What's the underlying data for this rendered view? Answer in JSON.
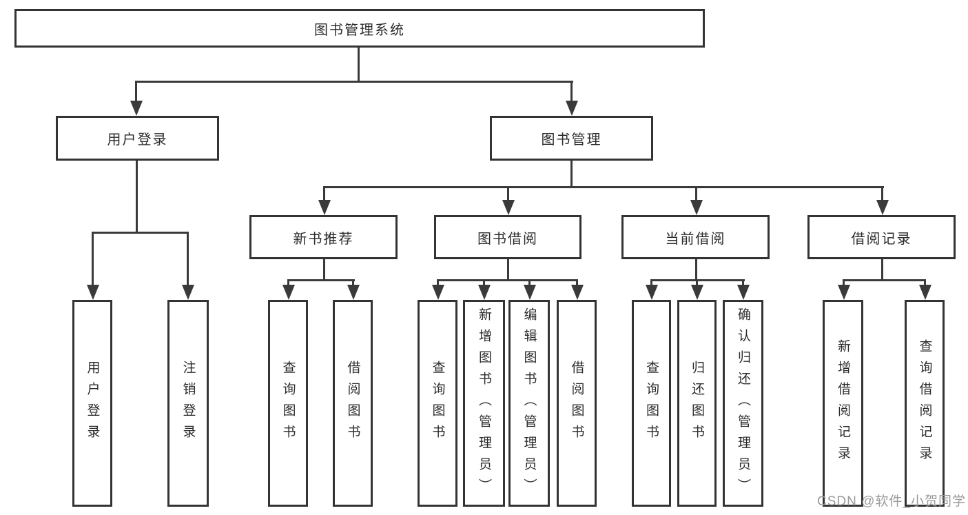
{
  "diagram_title": "图书管理系统",
  "nodes": {
    "root": "图书管理系统",
    "branches": {
      "login": "用户登录",
      "mgmt": "图书管理"
    },
    "sections": {
      "newbook": "新书推荐",
      "borrow": "图书借阅",
      "current": "当前借阅",
      "records": "借阅记录"
    },
    "leaves": {
      "login": [
        "用户登录",
        "注销登录"
      ],
      "newbook": [
        "查询图书",
        "借阅图书"
      ],
      "borrow": [
        "查询图书",
        "新增图书（管理员）",
        "编辑图书（管理员）",
        "借阅图书"
      ],
      "current": [
        "查询图书",
        "归还图书",
        "确认归还（管理员）"
      ],
      "records": [
        "新增借阅记录",
        "查询借阅记录"
      ]
    }
  },
  "watermark": "CSDN @软件_小贺同学",
  "colors": {
    "line": "#3a3a3a",
    "border": "#333333",
    "text": "#2b2b2b",
    "watermark": "#9b9b9b",
    "background": "#ffffff"
  }
}
